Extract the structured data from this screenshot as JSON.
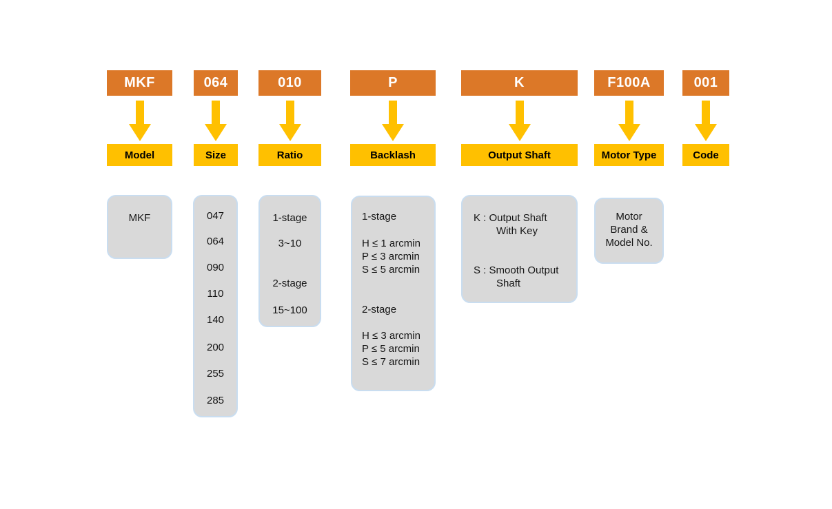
{
  "colors": {
    "orange": "#DC7828",
    "gold": "#FFC000",
    "gray_fill": "#D9D9D9",
    "gray_border": "#C9DDF0"
  },
  "columns": [
    {
      "code": "MKF",
      "label": "Model",
      "details": [
        "MKF"
      ]
    },
    {
      "code": "064",
      "label": "Size",
      "details": [
        "047",
        "064",
        "090",
        "110",
        "140",
        "200",
        "255",
        "285"
      ]
    },
    {
      "code": "010",
      "label": "Ratio",
      "details": [
        "1-stage",
        "3~10",
        "2-stage",
        "15~100"
      ]
    },
    {
      "code": "P",
      "label": "Backlash",
      "details": [
        "1-stage",
        "H ≤ 1 arcmin",
        "P ≤ 3 arcmin",
        "S ≤ 5 arcmin",
        "2-stage",
        "H ≤ 3 arcmin",
        "P ≤ 5 arcmin",
        "S ≤ 7 arcmin"
      ]
    },
    {
      "code": "K",
      "label": "Output Shaft",
      "details": [
        "K : Output Shaft",
        "With Key",
        "S : Smooth Output",
        "Shaft"
      ]
    },
    {
      "code": "F100A",
      "label": "Motor Type",
      "details": [
        "Motor",
        "Brand &",
        "Model No."
      ]
    },
    {
      "code": "001",
      "label": "Code",
      "details": []
    }
  ]
}
